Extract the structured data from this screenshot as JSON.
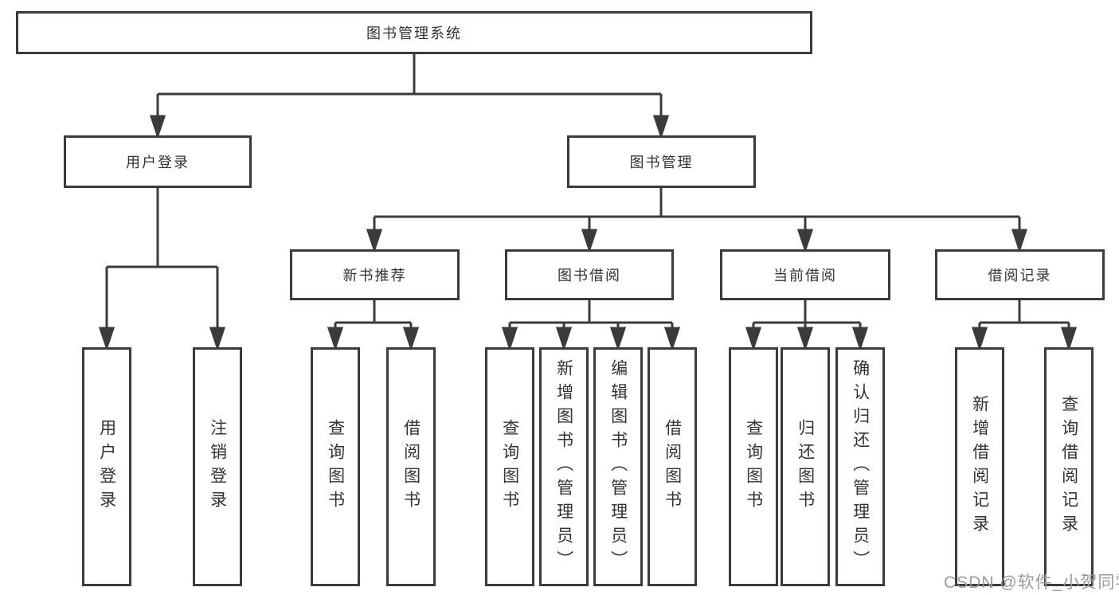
{
  "tree": {
    "root": {
      "label": "图书管理系统",
      "children": [
        {
          "label": "用户登录",
          "children": [
            {
              "label": "用户登录"
            },
            {
              "label": "注销登录"
            }
          ]
        },
        {
          "label": "图书管理",
          "children": [
            {
              "label": "新书推荐",
              "children": [
                {
                  "label": "查询图书"
                },
                {
                  "label": "借阅图书"
                }
              ]
            },
            {
              "label": "图书借阅",
              "children": [
                {
                  "label": "查询图书"
                },
                {
                  "label": "新增图书（管理员）"
                },
                {
                  "label": "编辑图书（管理员）"
                },
                {
                  "label": "借阅图书"
                }
              ]
            },
            {
              "label": "当前借阅",
              "children": [
                {
                  "label": "查询图书"
                },
                {
                  "label": "归还图书"
                },
                {
                  "label": "确认归还（管理员）"
                }
              ]
            },
            {
              "label": "借阅记录",
              "children": [
                {
                  "label": "新增借阅记录"
                },
                {
                  "label": "查询借阅记录"
                }
              ]
            }
          ]
        }
      ]
    }
  },
  "watermark": {
    "text": "CSDN @软件_小贺同学"
  },
  "colors": {
    "line": "#3b3b3b",
    "text": "#333333",
    "watermark": "#9b9b9b",
    "background": "#ffffff"
  }
}
